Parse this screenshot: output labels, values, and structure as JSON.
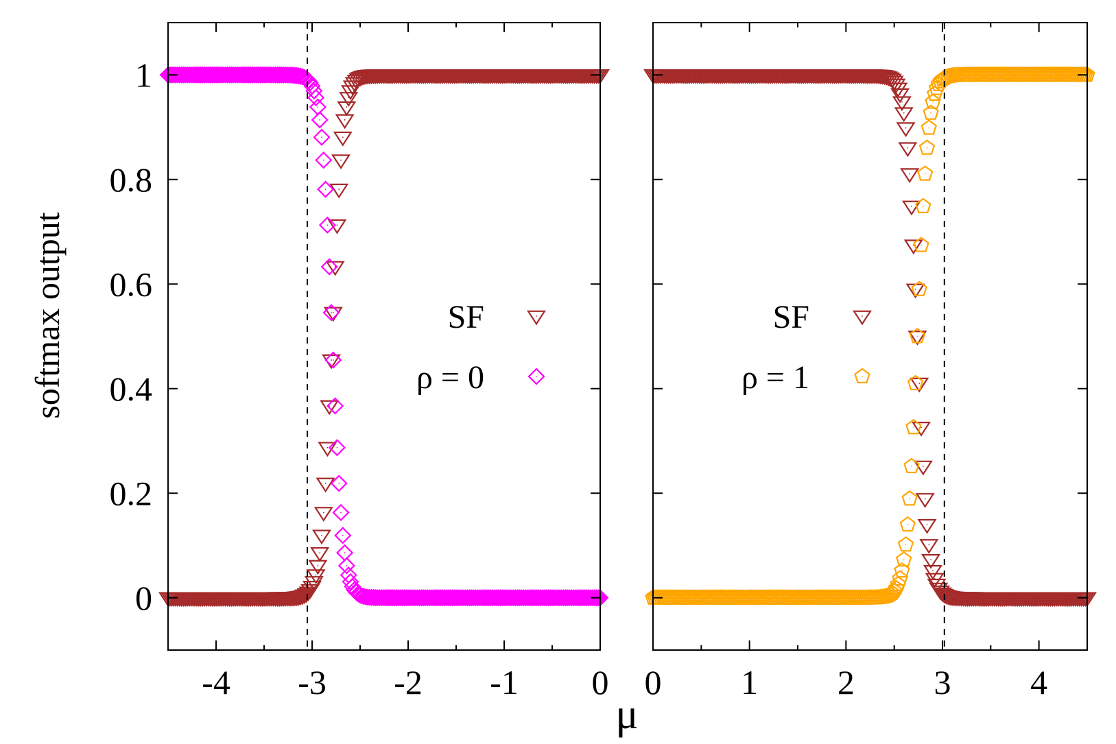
{
  "chart_data": [
    {
      "type": "scatter",
      "panel": "left",
      "title": "",
      "xlabel": "μ",
      "ylabel": "softmax output",
      "xlim": [
        -4.5,
        0
      ],
      "ylim": [
        -0.1,
        1.1
      ],
      "x_ticks": [
        "-4",
        "-3",
        "-2",
        "-1",
        "0"
      ],
      "x_tick_values": [
        -4,
        -3,
        -2,
        -1,
        0
      ],
      "y_ticks": [
        "0",
        "0.2",
        "0.4",
        "0.6",
        "0.8",
        "1"
      ],
      "y_tick_values": [
        0,
        0.2,
        0.4,
        0.6,
        0.8,
        1
      ],
      "grid": false,
      "legend_position": "center-right",
      "vline": -3.05,
      "transition_center": -2.79,
      "transition_width": 0.055,
      "x_range": [
        -4.5,
        0
      ],
      "x_step": 0.02,
      "series": [
        {
          "name": "SF",
          "marker": "triangle-down",
          "color": "#a52a2a",
          "shape": "rising"
        },
        {
          "name": "ρ = 0",
          "marker": "diamond",
          "color": "#ff00ff",
          "shape": "falling"
        }
      ]
    },
    {
      "type": "scatter",
      "panel": "right",
      "title": "",
      "xlabel": "μ",
      "ylabel": "",
      "xlim": [
        0,
        4.5
      ],
      "ylim": [
        -0.1,
        1.1
      ],
      "x_ticks": [
        "0",
        "1",
        "2",
        "3",
        "4"
      ],
      "x_tick_values": [
        0,
        1,
        2,
        3,
        4
      ],
      "grid": false,
      "legend_position": "center",
      "vline": 3.02,
      "transition_center": 2.74,
      "transition_width": 0.055,
      "x_range": [
        0,
        4.5
      ],
      "x_step": 0.02,
      "series": [
        {
          "name": "SF",
          "marker": "triangle-down",
          "color": "#a52a2a",
          "shape": "falling"
        },
        {
          "name": "ρ = 1",
          "marker": "pentagon",
          "color": "#ffa500",
          "shape": "rising"
        }
      ]
    }
  ]
}
